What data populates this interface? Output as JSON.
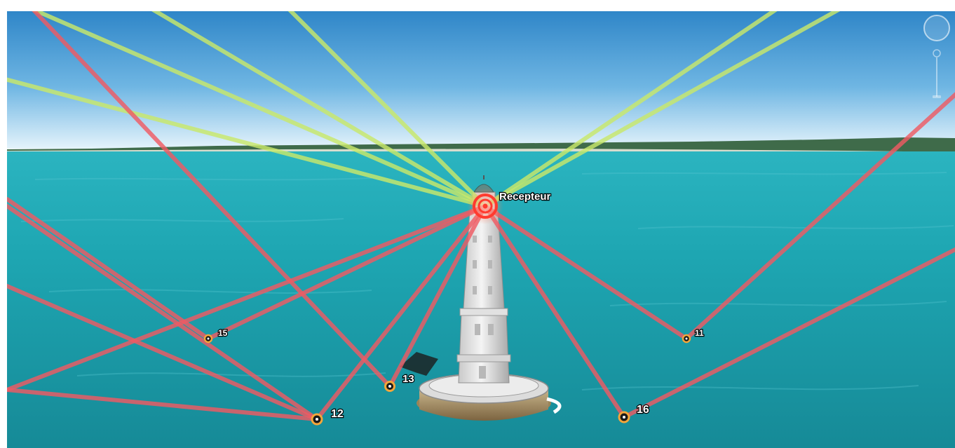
{
  "receiver": {
    "label": "Recepteur",
    "icon": "receiver-target-icon"
  },
  "placemarks": [
    {
      "id": "11",
      "label": "11",
      "icon": "placemark-ring-icon"
    },
    {
      "id": "12",
      "label": "12",
      "icon": "placemark-ring-icon"
    },
    {
      "id": "13",
      "label": "13",
      "icon": "placemark-ring-icon"
    },
    {
      "id": "15",
      "label": "15",
      "icon": "placemark-ring-icon"
    },
    {
      "id": "16",
      "label": "16",
      "icon": "placemark-ring-icon"
    }
  ],
  "colors": {
    "sky_top": "#2f86c8",
    "sky_bottom": "#dff0fb",
    "sea_top": "#1fa8b5",
    "sea_bottom": "#1a8f9c",
    "direct_path": "#c8e86a",
    "reflected_path": "#ef5a63",
    "receiver_ring": "#ff3b2f",
    "placemark_ring": "#f4a63a"
  },
  "navigation_controls": {
    "compass": "compass-ring-icon",
    "zoom_slider": "zoom-slider-icon"
  }
}
